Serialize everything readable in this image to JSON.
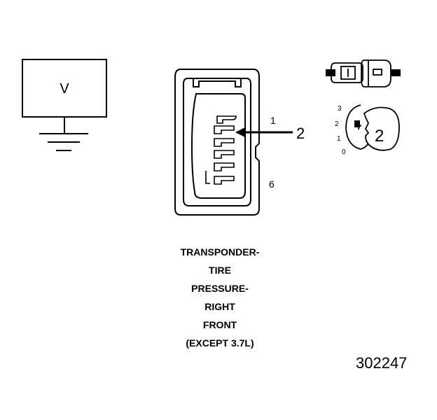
{
  "voltmeter": {
    "label": "V"
  },
  "connector": {
    "pin_top_label": "1",
    "pin_bottom_label": "6",
    "callout_label": "2"
  },
  "tester": {
    "callout_label": "2",
    "dial_labels": [
      "3",
      "2",
      "1",
      "0"
    ]
  },
  "caption": {
    "lines": [
      "TRANSPONDER-",
      "TIRE",
      "PRESSURE-",
      "RIGHT",
      "FRONT",
      "(EXCEPT 3.7L)"
    ]
  },
  "figure_number": "302247"
}
